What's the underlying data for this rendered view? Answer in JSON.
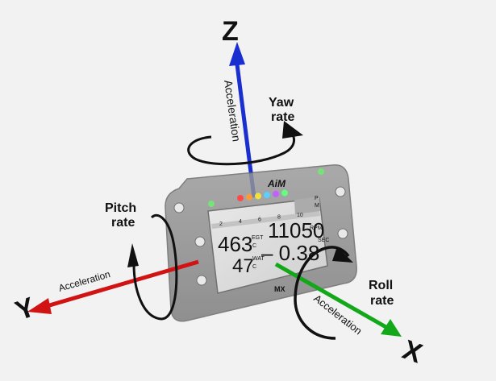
{
  "axes": {
    "z": {
      "letter": "Z",
      "color": "#1a2fd0",
      "accel_label": "Acceleration",
      "rate_label_1": "Yaw",
      "rate_label_2": "rate"
    },
    "x": {
      "letter": "X",
      "color": "#12a81a",
      "accel_label": "Acceleration",
      "rate_label_1": "Roll",
      "rate_label_2": "rate"
    },
    "y": {
      "letter": "Y",
      "color": "#d11313",
      "accel_label": "Acceleration",
      "rate_label_1": "Pitch",
      "rate_label_2": "rate"
    }
  },
  "device": {
    "brand": "AiM",
    "model": "MX",
    "led_colors": [
      "#ff4a4a",
      "#ff9a3a",
      "#f0e040",
      "#5ad0ff",
      "#c060ff",
      "#60ff80"
    ],
    "corner_led_color": "#5ce05c",
    "screen": {
      "row1_left_value": "463",
      "row1_left_unit": "EGT",
      "row1_left_sub": "C",
      "row1_right_value": "11050",
      "row1_right_unit": "RPM",
      "row2_left_value": "47",
      "row2_left_unit": "WAT",
      "row2_left_sub": "C",
      "row2_right_value": "– 0.38",
      "row2_right_unit": "SEC",
      "bar_scale": [
        "2",
        "4",
        "6",
        "8",
        "10"
      ],
      "side_letters": [
        "P",
        "M"
      ]
    }
  }
}
